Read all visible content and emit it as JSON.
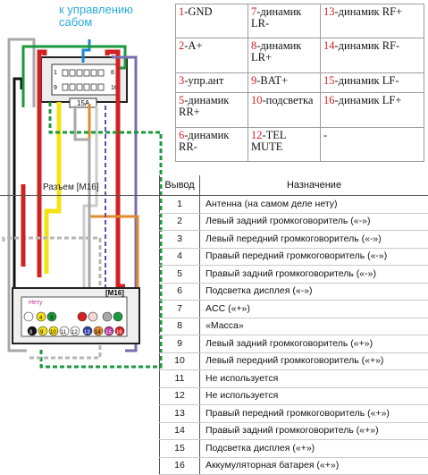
{
  "note": "к управлению сабом",
  "legend": [
    [
      {
        "num": "1",
        "text": "-GND"
      },
      {
        "num": "7",
        "text": "-динамик LR-"
      },
      {
        "num": "13",
        "text": "-динамик RF+"
      }
    ],
    [
      {
        "num": "2",
        "text": "-A+"
      },
      {
        "num": "8",
        "text": "-динамик LR+"
      },
      {
        "num": "14",
        "text": "-динамик RF-"
      }
    ],
    [
      {
        "num": "3",
        "text": "-упр.ант"
      },
      {
        "num": "9",
        "text": "-BAT+"
      },
      {
        "num": "15",
        "text": "-динамик LF-"
      }
    ],
    [
      {
        "num": "5",
        "text": "-динамик RR+"
      },
      {
        "num": "10",
        "text": "-подсветка"
      },
      {
        "num": "16",
        "text": "-динамик LF+"
      }
    ],
    [
      {
        "num": "6",
        "text": "-динамик RR-"
      },
      {
        "num": "12",
        "text": "-TEL MUTE"
      },
      {
        "num": "",
        "text": "-"
      }
    ]
  ],
  "fuse_label": "15A",
  "connector": {
    "label": "[M16]",
    "section_title": "Разъем [M16]",
    "netu": "Нету",
    "pins_top_left": [
      "4",
      "3"
    ],
    "pins_bottom_left": [
      "8",
      "9",
      "10",
      "11",
      "12"
    ],
    "pins_bottom_right": [
      "13",
      "14",
      "15",
      "16"
    ],
    "top_pin_marks": [
      "1",
      "8",
      "9",
      "16"
    ]
  },
  "pin_table": {
    "col_pin": "Вывод",
    "col_desc": "Назначение",
    "rows": [
      {
        "pin": "1",
        "desc": "Антенна (на самом деле нету)"
      },
      {
        "pin": "2",
        "desc": "Левый задний громкоговоритель («-»)"
      },
      {
        "pin": "3",
        "desc": "Левый передний громкоговоритель («-»)"
      },
      {
        "pin": "4",
        "desc": "Правый передний громкоговоритель («-»)"
      },
      {
        "pin": "5",
        "desc": "Правый задний громкоговоритель («-»)"
      },
      {
        "pin": "6",
        "desc": "Подсветка дисплея («-»)"
      },
      {
        "pin": "7",
        "desc": "ACC («+»)"
      },
      {
        "pin": "8",
        "desc": "«Масса»"
      },
      {
        "pin": "9",
        "desc": "Левый задний громкоговоритель («+»)"
      },
      {
        "pin": "10",
        "desc": "Левый передний громкоговоритель («+»)"
      },
      {
        "pin": "11",
        "desc": "Не используется"
      },
      {
        "pin": "12",
        "desc": "Не используется"
      },
      {
        "pin": "13",
        "desc": "Правый передний громкоговоритель («+»)"
      },
      {
        "pin": "14",
        "desc": "Правый задний громкоговоритель («+»)"
      },
      {
        "pin": "15",
        "desc": "Подсветка дисплея («+»)"
      },
      {
        "pin": "16",
        "desc": "Аккумуляторная батарея («+»)"
      }
    ]
  },
  "colors": {
    "red": "#d32121",
    "yellow": "#f4e214",
    "green": "#1a9a3c",
    "blue": "#1e86d4",
    "gray": "#a8a8a8",
    "orange": "#e08b2c",
    "purple": "#7a6bb0",
    "black": "#111111",
    "white": "#ffffff"
  }
}
